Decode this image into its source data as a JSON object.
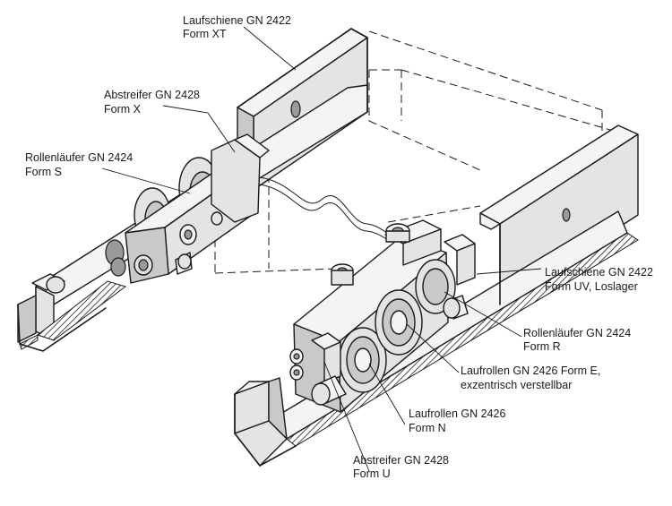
{
  "labels": {
    "rail_xt": {
      "line1": "Laufschiene GN 2422",
      "line2": "Form XT"
    },
    "wiper_x": {
      "line1": "Abstreifer GN 2428",
      "line2": "Form X"
    },
    "carriage_s": {
      "line1": "Rollenläufer GN 2424",
      "line2": "Form S"
    },
    "rail_uv": {
      "line1": "Laufschiene GN 2422",
      "line2": "Form UV, Loslager"
    },
    "carriage_r": {
      "line1": "Rollenläufer GN 2424",
      "line2": "Form R"
    },
    "rollers_e": {
      "line1": "Laufrollen GN 2426 Form E,",
      "line2": "exzentrisch verstellbar"
    },
    "rollers_n": {
      "line1": "Laufrollen GN 2426",
      "line2": "Form N"
    },
    "wiper_u": {
      "line1": "Abstreifer GN 2428",
      "line2": "Form U"
    }
  }
}
